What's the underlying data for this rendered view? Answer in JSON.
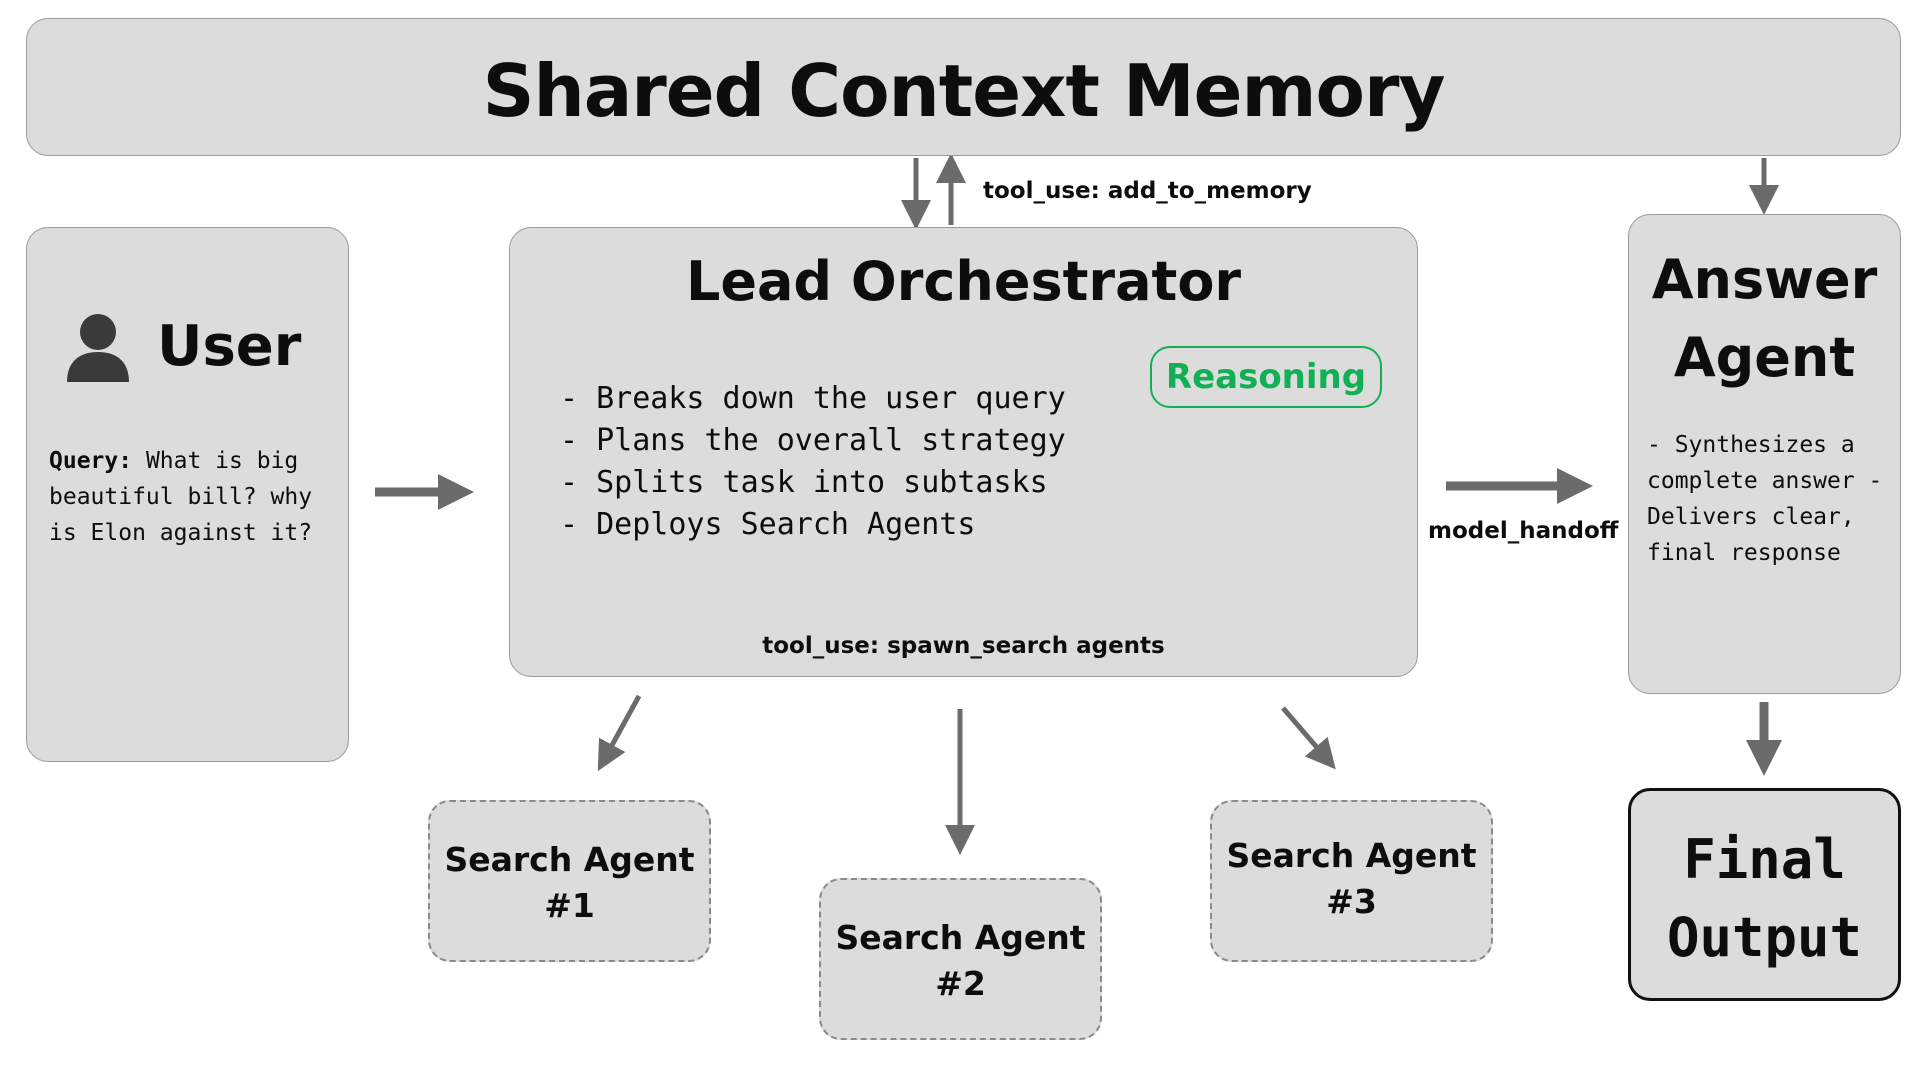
{
  "memory": {
    "title": "Shared Context Memory"
  },
  "memory_link": {
    "label": "tool_use: add_to_memory"
  },
  "user": {
    "title": "User",
    "icon": "user-icon",
    "query_label": "Query:",
    "query_text": " What is big beautiful bill? why is Elon against it?"
  },
  "orchestrator": {
    "title": "Lead Orchestrator",
    "badge": "Reasoning",
    "badge_color": "#12b054",
    "items": [
      "- Breaks down the user query",
      "- Plans the overall strategy",
      "- Splits task into subtasks",
      "- Deploys Search Agents"
    ],
    "spawn_label": "tool_use: spawn_search agents"
  },
  "handoff": {
    "label": "model_handoff"
  },
  "answer": {
    "title_line1": "Answer",
    "title_line2": "Agent",
    "desc": "- Synthesizes a complete answer - Delivers clear, final response"
  },
  "final": {
    "line1": "Final",
    "line2": "Output"
  },
  "search_agents": [
    {
      "line1": "Search Agent",
      "line2": "#1"
    },
    {
      "line1": "Search Agent",
      "line2": "#2"
    },
    {
      "line1": "Search Agent",
      "line2": "#3"
    }
  ]
}
